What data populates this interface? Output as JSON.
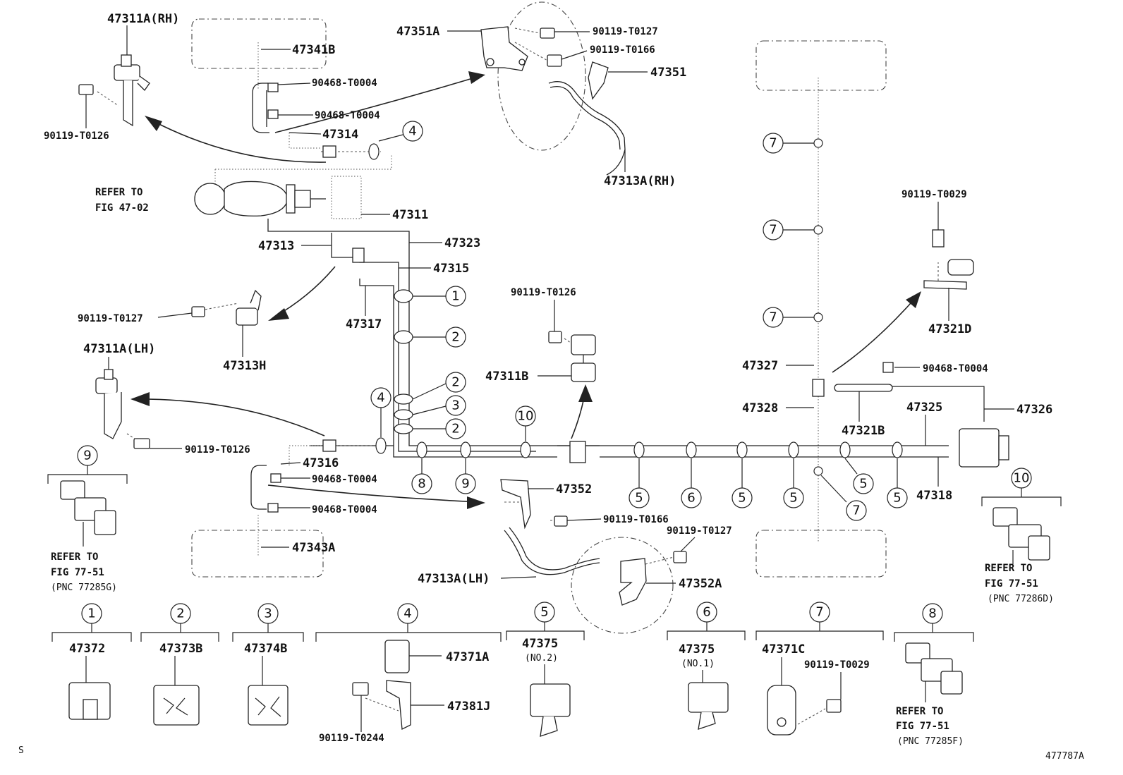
{
  "labels": {
    "p47311A_RH": "47311A(RH)",
    "p47341B": "47341B",
    "p90468_T0004_a": "90468-T0004",
    "p90468_T0004_b": "90468-T0004",
    "p90119_T0126_a": "90119-T0126",
    "p47314": "47314",
    "refer_to_a": "REFER TO",
    "fig_47_02": "FIG 47-02",
    "p47311": "47311",
    "p47313": "47313",
    "p47323": "47323",
    "p47315": "47315",
    "p90119_T0127_a": "90119-T0127",
    "p47317": "47317",
    "p47313H": "47313H",
    "p47311A_LH": "47311A(LH)",
    "p90119_T0126_b": "90119-T0126",
    "p47316": "47316",
    "p90468_T0004_c": "90468-T0004",
    "p90468_T0004_d": "90468-T0004",
    "p47343A": "47343A",
    "refer_to_b": "REFER TO",
    "fig_77_51_a": "FIG 77-51",
    "pnc_77285G": "(PNC 77285G)",
    "p47351A": "47351A",
    "p90119_T0127_b": "90119-T0127",
    "p90119_T0166_a": "90119-T0166",
    "p47351": "47351",
    "p47313A_RH": "47313A(RH)",
    "p90119_T0126_c": "90119-T0126",
    "p47311B": "47311B",
    "p47352": "47352",
    "p90119_T0166_b": "90119-T0166",
    "p90119_T0127_c": "90119-T0127",
    "p47313A_LH": "47313A(LH)",
    "p47352A": "47352A",
    "p90119_T0029_a": "90119-T0029",
    "p47321D": "47321D",
    "p47327": "47327",
    "p90468_T0004_e": "90468-T0004",
    "p47328": "47328",
    "p47321B": "47321B",
    "p47325": "47325",
    "p47326": "47326",
    "p47318": "47318",
    "refer_to_c": "REFER TO",
    "fig_77_51_b": "FIG 77-51",
    "pnc_77286D": "(PNC 77286D)",
    "p47372": "47372",
    "p47373B": "47373B",
    "p47374B": "47374B",
    "p47371A": "47371A",
    "p47381J": "47381J",
    "p90119_T0244": "90119-T0244",
    "p47375_a": "47375",
    "no2": "(NO.2)",
    "p47375_b": "47375",
    "no1": "(NO.1)",
    "p47371C": "47371C",
    "p90119_T0029_b": "90119-T0029",
    "refer_to_d": "REFER TO",
    "fig_77_51_c": "FIG 77-51",
    "pnc_77285F": "(PNC 77285F)",
    "footer_left": "S",
    "footer_right": "477787A"
  },
  "callouts": {
    "c1_pipe": "1",
    "c2_pipe_a": "2",
    "c2_pipe_b": "2",
    "c3_pipe": "3",
    "c2_pipe_c": "2",
    "c4_top": "4",
    "c4_mid": "4",
    "c10_mid": "10",
    "c8": "8",
    "c9_mid": "9",
    "c5_a": "5",
    "c6": "6",
    "c5_b": "5",
    "c5_c": "5",
    "c5_d": "5",
    "c5_e": "5",
    "c7_a": "7",
    "c7_b": "7",
    "c7_c": "7",
    "c7_d": "7",
    "c9_box": "9",
    "c10_box": "10",
    "k1": "1",
    "k2": "2",
    "k3": "3",
    "k4": "4",
    "k5": "5",
    "k6": "6",
    "k7": "7",
    "k8": "8"
  }
}
